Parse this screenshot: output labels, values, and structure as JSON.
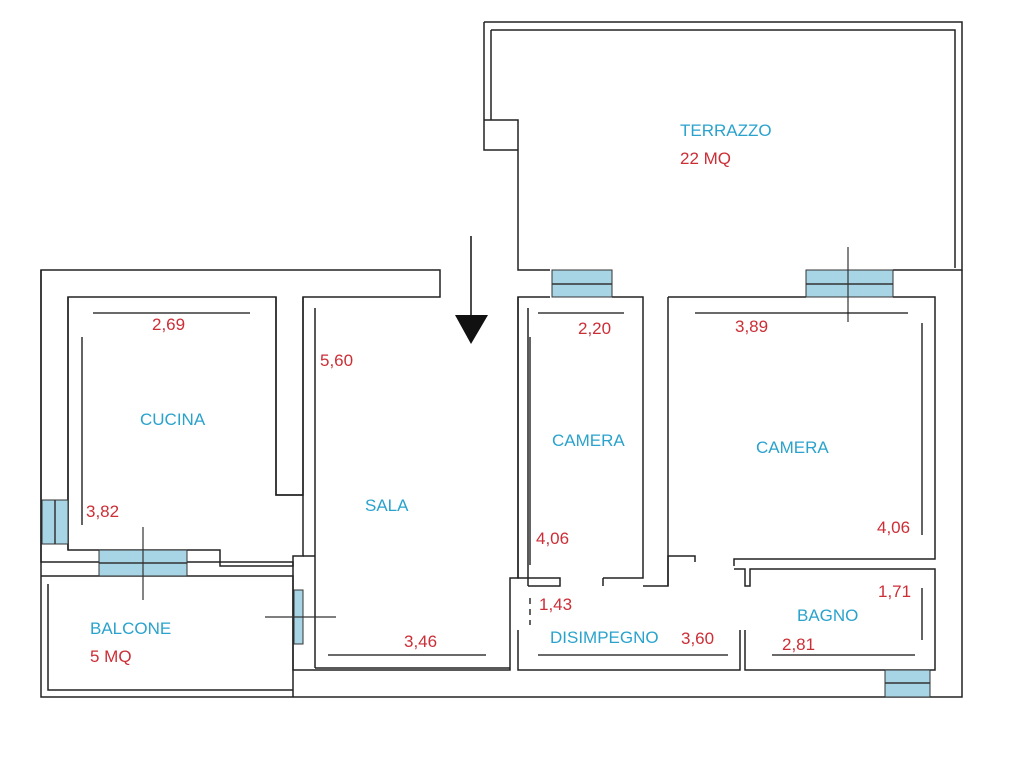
{
  "rooms": {
    "terrazzo": "TERRAZZO",
    "terrazzo_area": "22 MQ",
    "cucina": "CUCINA",
    "sala": "SALA",
    "camera_1": "CAMERA",
    "camera_2": "CAMERA",
    "balcone": "BALCONE",
    "balcone_area": "5 MQ",
    "disimpegno": "DISIMPEGNO",
    "bagno": "BAGNO"
  },
  "dimensions": {
    "cucina_width": "2,69",
    "cucina_height": "3,82",
    "sala_height": "5,60",
    "sala_width": "3,46",
    "camera1_width": "2,20",
    "camera1_height": "4,06",
    "camera2_width": "3,89",
    "camera2_height": "4,06",
    "disimpegno_a": "1,43",
    "disimpegno_b": "3,60",
    "bagno_height": "1,71",
    "bagno_width": "2,81"
  },
  "colors": {
    "room_label": "#2aa3cc",
    "dimension": "#cc2e36",
    "window_fill": "#a8d5e6"
  }
}
